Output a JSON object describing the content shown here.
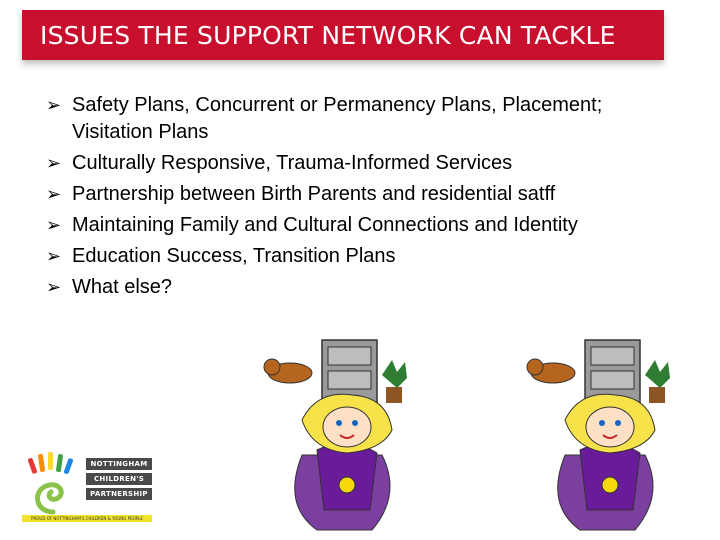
{
  "slide": {
    "title": "ISSUES THE SUPPORT NETWORK  CAN TACKLE",
    "bullets": [
      "Safety Plans, Concurrent or Permanency Plans, Placement; Visitation Plans",
      "Culturally Responsive, Trauma-Informed Services",
      "Partnership between Birth Parents and residential satff",
      "Maintaining Family and Cultural Connections and Identity",
      "Education Success, Transition Plans",
      "What else?"
    ],
    "bullet_marker": "➢"
  },
  "logo": {
    "lines": [
      "NOTTINGHAM",
      "CHILDREN'S",
      "PARTNERSHIP"
    ],
    "tagline": "PROUD OF NOTTINGHAM'S CHILDREN & YOUNG PEOPLE"
  },
  "colors": {
    "title_bar": "#c8102e",
    "title_text": "#ffffff",
    "logo_yellow": "#f0e42a"
  },
  "clipart": [
    "superhero-clipart",
    "superhero-clipart"
  ]
}
